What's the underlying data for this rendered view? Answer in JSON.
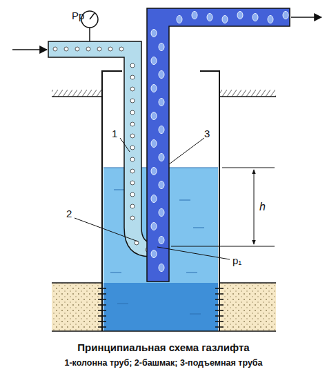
{
  "diagram": {
    "title": "Принципиальная схема газлифта",
    "caption": "1-колонна труб; 2-башмак; 3-подъемная труба",
    "labels": [
      "Pp",
      "1",
      "3",
      "h",
      "2",
      "p₁"
    ]
  }
}
